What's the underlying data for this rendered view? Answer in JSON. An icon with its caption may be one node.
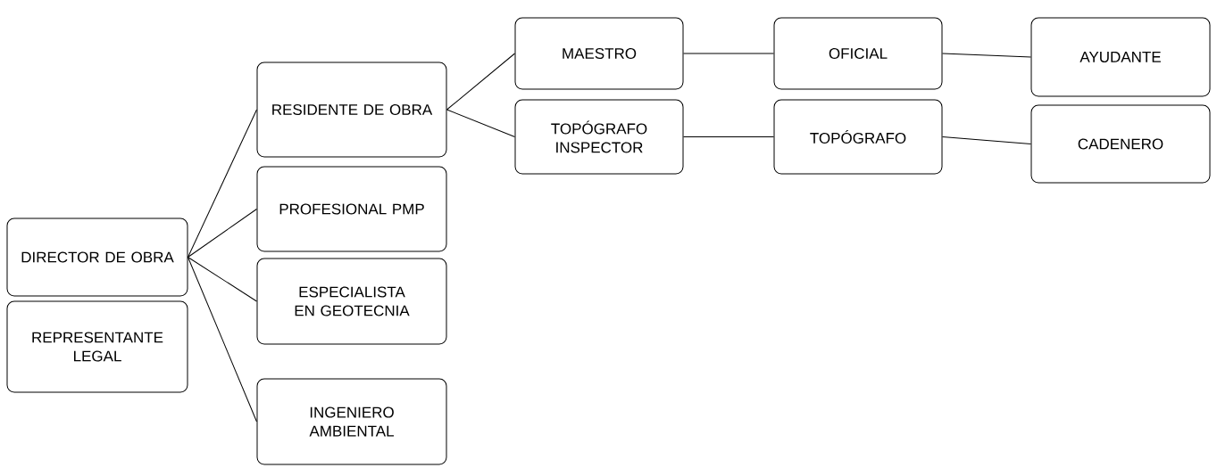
{
  "diagram": {
    "nodes": [
      {
        "text": [
          "DIRECTOR DE OBRA"
        ]
      },
      {
        "text": [
          "REPRESENTANTE LEGAL"
        ]
      },
      {
        "text": [
          "RESIDENTE DE OBRA"
        ]
      },
      {
        "text": [
          "PROFESIONAL PMP"
        ]
      },
      {
        "text": [
          "ESPECIALISTA EN GEOTECNIA"
        ]
      },
      {
        "text": [
          "INGENIERO AMBIENTAL"
        ]
      },
      {
        "text": [
          "MAESTRO"
        ]
      },
      {
        "text": [
          "TOPÓGRAFO INSPECTOR"
        ]
      },
      {
        "text": [
          "OFICIAL"
        ]
      },
      {
        "text": [
          "TOPÓGRAFO"
        ]
      },
      {
        "text": [
          "AYUDANTE"
        ]
      },
      {
        "text": [
          "CADENERO"
        ]
      }
    ],
    "edges": [
      {
        "from": 0,
        "to": 2,
        "arrow": "none"
      },
      {
        "from": 0,
        "to": 3,
        "arrow": "none"
      },
      {
        "from": 0,
        "to": 4,
        "arrow": "none"
      },
      {
        "from": 0,
        "to": 5,
        "arrow": "none"
      },
      {
        "from": 2,
        "to": 6,
        "arrow": "none"
      },
      {
        "from": 2,
        "to": 7,
        "arrow": "none"
      },
      {
        "from": 6,
        "to": 8,
        "arrow": "none"
      },
      {
        "from": 8,
        "to": 10,
        "arrow": "none"
      },
      {
        "from": 7,
        "to": 9,
        "arrow": "none"
      },
      {
        "from": 9,
        "to": 11,
        "arrow": "none"
      }
    ]
  }
}
